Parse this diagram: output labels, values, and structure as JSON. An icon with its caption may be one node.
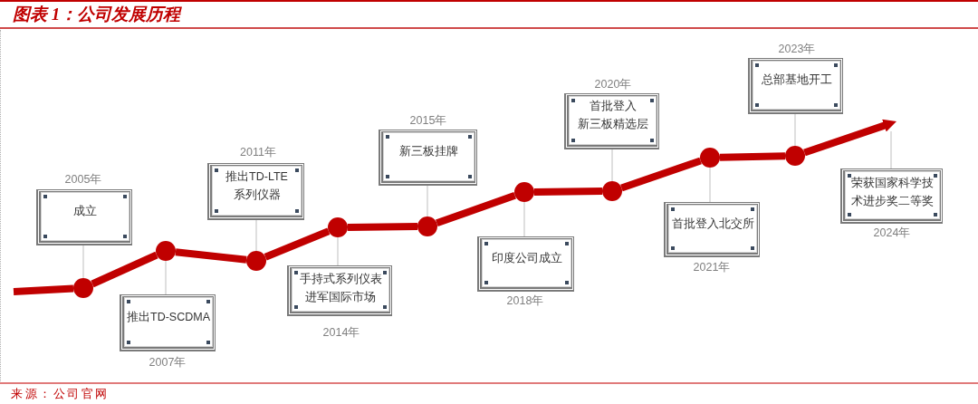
{
  "diagram": {
    "title": "图表 1：公司发展历程",
    "nodes": [
      {
        "text": [
          "成立"
        ],
        "beside": [
          "2005年"
        ]
      },
      {
        "text": [
          "推出TD-SCDMA"
        ],
        "beside": [
          "2007年"
        ]
      },
      {
        "text": [
          "推出TD-LTE系列仪器"
        ],
        "beside": [
          "2011年"
        ]
      },
      {
        "text": [
          "手持式系列仪表进军国际市场"
        ],
        "beside": [
          "2014年"
        ]
      },
      {
        "text": [
          "新三板挂牌"
        ],
        "beside": [
          "2015年"
        ]
      },
      {
        "text": [
          "印度公司成立"
        ],
        "beside": [
          "2018年"
        ]
      },
      {
        "text": [
          "首批登入新三板精选层"
        ],
        "beside": [
          "2020年"
        ]
      },
      {
        "text": [
          "首批登入北交所"
        ],
        "beside": [
          "2021年"
        ]
      },
      {
        "text": [
          "总部基地开工"
        ],
        "beside": [
          "2023年"
        ]
      },
      {
        "text": [
          "荣获国家科学技术进步奖二等奖"
        ],
        "beside": [
          "2024年"
        ]
      },
      {
        "text": [],
        "shape": "circle"
      },
      {
        "text": [],
        "shape": "circle"
      },
      {
        "text": [],
        "shape": "circle"
      },
      {
        "text": [],
        "shape": "circle"
      },
      {
        "text": [],
        "shape": "circle"
      },
      {
        "text": [],
        "shape": "circle"
      },
      {
        "text": [],
        "shape": "circle"
      },
      {
        "text": [],
        "shape": "circle"
      },
      {
        "text": [],
        "shape": "circle"
      }
    ],
    "edges": [
      {
        "from": null,
        "to": 10,
        "arrow": "none",
        "style": "thick",
        "color": "#c00000"
      },
      {
        "from": 10,
        "to": 11,
        "arrow": "none",
        "style": "thick",
        "color": "#c00000"
      },
      {
        "from": 11,
        "to": 12,
        "arrow": "none",
        "style": "thick",
        "color": "#c00000"
      },
      {
        "from": 12,
        "to": 13,
        "arrow": "none",
        "style": "thick",
        "color": "#c00000"
      },
      {
        "from": 13,
        "to": 14,
        "arrow": "none",
        "style": "thick",
        "color": "#c00000"
      },
      {
        "from": 14,
        "to": 15,
        "arrow": "none",
        "style": "thick",
        "color": "#c00000"
      },
      {
        "from": 15,
        "to": 16,
        "arrow": "none",
        "style": "thick",
        "color": "#c00000"
      },
      {
        "from": 16,
        "to": 17,
        "arrow": "none",
        "style": "thick",
        "color": "#c00000"
      },
      {
        "from": 17,
        "to": 18,
        "arrow": "none",
        "style": "thick",
        "color": "#c00000"
      },
      {
        "from": 18,
        "to": null,
        "arrow": "to",
        "style": "thick",
        "color": "#c00000"
      },
      {
        "from": 0,
        "to": 10,
        "arrow": "none",
        "color": "#bfbfbf"
      },
      {
        "from": 1,
        "to": 11,
        "arrow": "none",
        "color": "#bfbfbf"
      },
      {
        "from": 2,
        "to": 12,
        "arrow": "none",
        "color": "#bfbfbf"
      },
      {
        "from": 3,
        "to": 13,
        "arrow": "none",
        "color": "#bfbfbf"
      },
      {
        "from": 4,
        "to": 14,
        "arrow": "none",
        "color": "#bfbfbf"
      },
      {
        "from": 5,
        "to": 15,
        "arrow": "none",
        "color": "#bfbfbf"
      },
      {
        "from": 6,
        "to": 16,
        "arrow": "none",
        "color": "#bfbfbf"
      },
      {
        "from": 7,
        "to": 17,
        "arrow": "none",
        "color": "#bfbfbf"
      },
      {
        "from": 8,
        "to": 18,
        "arrow": "none",
        "color": "#bfbfbf"
      },
      {
        "from": 9,
        "to": null,
        "arrow": "none",
        "color": "#bfbfbf"
      }
    ],
    "caption": "来源：公司官网"
  }
}
